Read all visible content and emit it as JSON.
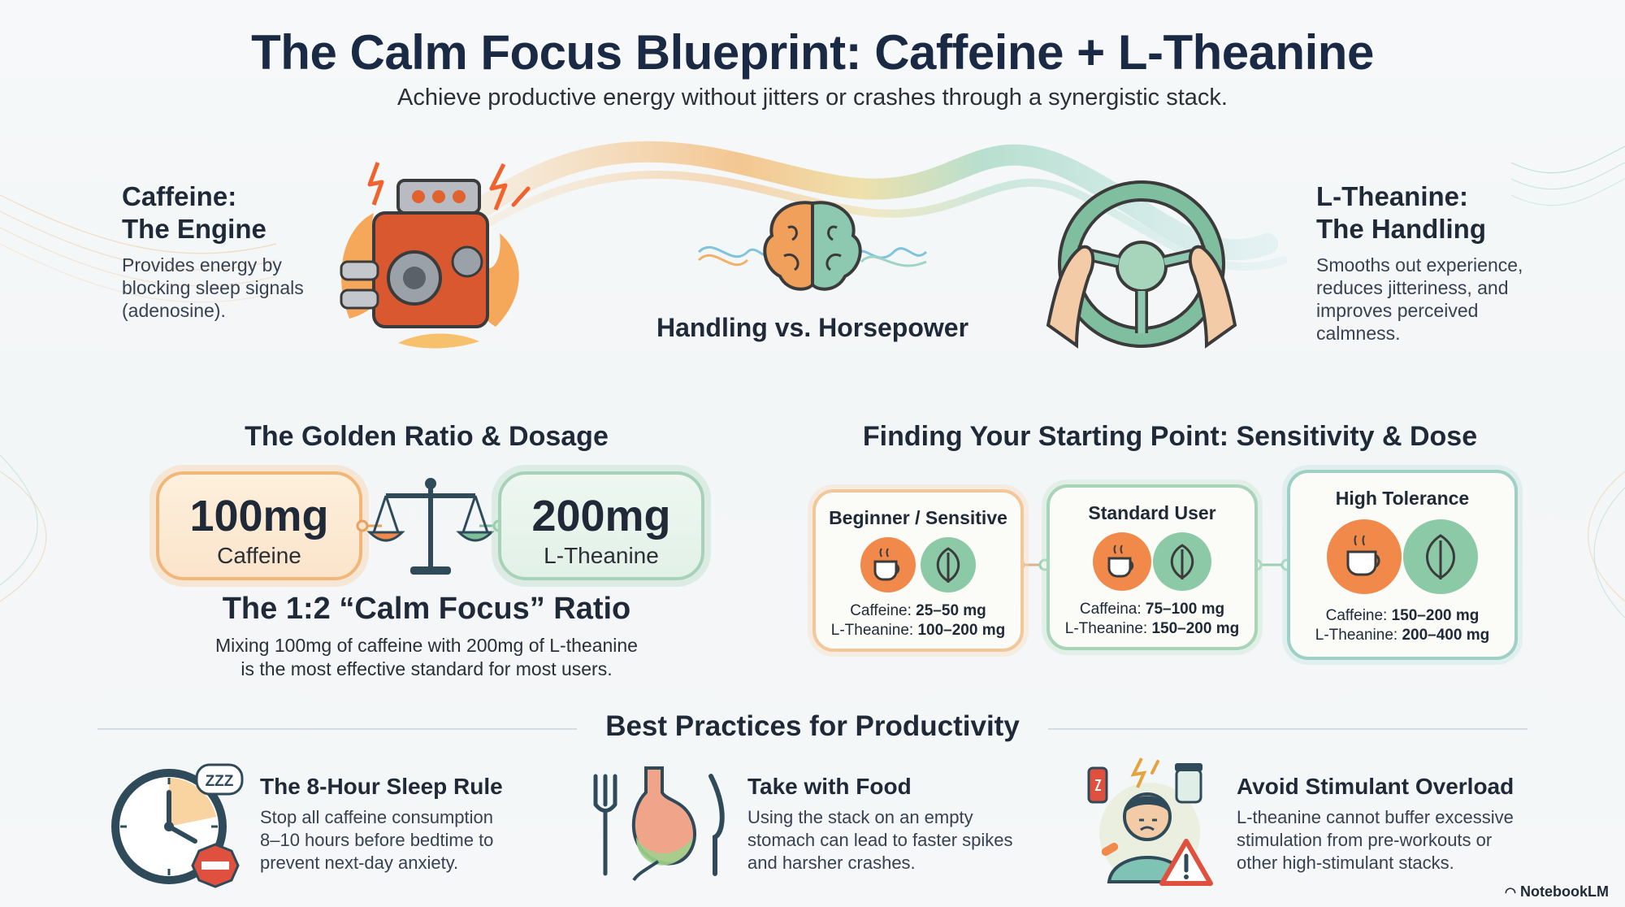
{
  "header": {
    "title": "The Calm Focus Blueprint: Caffeine + L-Theanine",
    "subtitle": "Achieve productive energy without jitters or crashes through a synergistic stack."
  },
  "hero": {
    "caffeine_title_1": "Caffeine:",
    "caffeine_title_2": "The Engine",
    "caffeine_desc": "Provides energy by blocking sleep signals (adenosine).",
    "center_label": "Handling vs. Horsepower",
    "theanine_title_1": "L-Theanine:",
    "theanine_title_2": "The Handling",
    "theanine_desc": "Smooths out experience, reduces jitteriness, and improves perceived calmness."
  },
  "ratio": {
    "section_title": "The Golden Ratio & Dosage",
    "caffeine_amount": "100mg",
    "caffeine_label": "Caffeine",
    "theanine_amount": "200mg",
    "theanine_label": "L-Theanine",
    "ratio_title": "The 1:2 “Calm Focus” Ratio",
    "ratio_desc_1": "Mixing 100mg of caffeine with 200mg of L-theanine",
    "ratio_desc_2": "is the most effective standard for most users."
  },
  "sensitivity": {
    "section_title": "Finding Your Starting Point: Sensitivity & Dose",
    "tiers": [
      {
        "name": "Beginner / Sensitive",
        "caffeine_label": "Caffeine:",
        "caffeine_value": "25–50 mg",
        "theanine_label": "L-Theanine:",
        "theanine_value": "100–200 mg"
      },
      {
        "name": "Standard User",
        "caffeine_label": "Caffeina:",
        "caffeine_value": "75–100 mg",
        "theanine_label": "L-Theanine:",
        "theanine_value": "150–200 mg"
      },
      {
        "name": "High Tolerance",
        "caffeine_label": "Caffeine:",
        "caffeine_value": "150–200 mg",
        "theanine_label": "L-Theanine:",
        "theanine_value": "200–400 mg"
      }
    ]
  },
  "practices": {
    "section_title": "Best Practices for Productivity",
    "items": [
      {
        "title": "The 8-Hour Sleep Rule",
        "line1": "Stop all caffeine consumption",
        "line2": "8–10 hours before bedtime to",
        "line3": "prevent next-day anxiety."
      },
      {
        "title": "Take with Food",
        "line1": "Using the stack on an empty",
        "line2": "stomach can lead to faster spikes",
        "line3": "and harsher crashes."
      },
      {
        "title": "Avoid Stimulant Overload",
        "line1": "L-theanine cannot buffer excessive",
        "line2": "stimulation from pre-workouts or",
        "line3": "other high-stimulant stacks."
      }
    ],
    "zzz": "ZZZ"
  },
  "brand": "NotebookLM",
  "colors": {
    "caffeine_orange": "#f0894a",
    "theanine_green": "#7dbf98",
    "teal": "#6fb9ad",
    "title_navy": "#1b2a44"
  },
  "icons": [
    "engine-icon",
    "brain-icon",
    "steering-wheel-icon",
    "scale-icon",
    "coffee-cup-icon",
    "leaf-icon",
    "clock-icon",
    "stomach-icon",
    "person-stress-icon",
    "warning-icon"
  ]
}
